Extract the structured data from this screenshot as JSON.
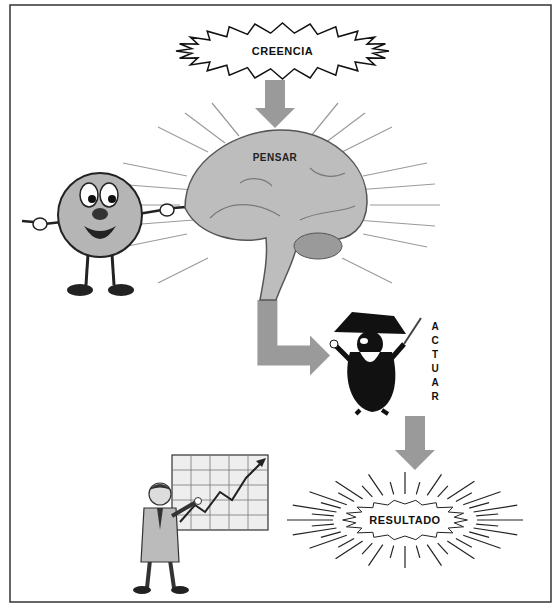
{
  "diagram": {
    "nodes": [
      {
        "text": [
          "CREENCIA"
        ]
      },
      {
        "text": [
          "PENSAR"
        ]
      },
      {
        "text": [
          "ACTUAR"
        ]
      },
      {
        "text": [
          "RESULTADO"
        ]
      }
    ],
    "edges": [
      {
        "from": 0,
        "to": 1,
        "arrow": "to"
      },
      {
        "from": 1,
        "to": 2,
        "arrow": "to"
      },
      {
        "from": 2,
        "to": 3,
        "arrow": "to"
      }
    ]
  }
}
